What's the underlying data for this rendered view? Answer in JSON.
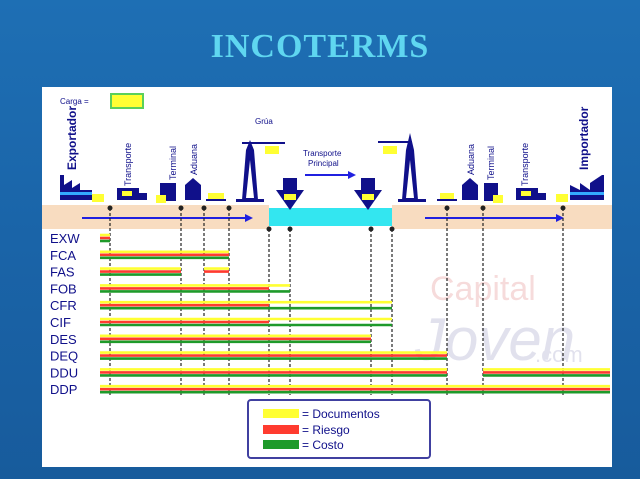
{
  "title": "INCOTERMS",
  "carga_label": "Carga =",
  "stages": {
    "exportador": "Exportador",
    "transporte_1": "Transporte",
    "terminal_1": "Terminal",
    "aduana_1": "Aduana",
    "grua": "Grúa",
    "transporte_principal_1": "Transporte",
    "transporte_principal_2": "Principal",
    "aduana_2": "Aduana",
    "terminal_2": "Terminal",
    "transporte_2": "Transporte",
    "importador": "Importador"
  },
  "colors": {
    "documentos": "#ffff33",
    "riesgo": "#ff3b2f",
    "costo": "#1e9a2a",
    "sea": "#33e6f0",
    "land": "#f8dcc0",
    "icons": "#10108a"
  },
  "terms": [
    {
      "name": "EXW",
      "documentos": [
        [
          0,
          1
        ]
      ],
      "riesgo": [
        [
          0,
          1
        ]
      ],
      "costo": [
        [
          0,
          1
        ]
      ]
    },
    {
      "name": "FCA",
      "documentos": [
        [
          0,
          4
        ]
      ],
      "riesgo": [
        [
          0,
          4
        ]
      ],
      "costo": [
        [
          0,
          4
        ]
      ]
    },
    {
      "name": "FAS",
      "documentos": [
        [
          0,
          2
        ],
        [
          3,
          4
        ]
      ],
      "riesgo": [
        [
          0,
          2
        ],
        [
          3,
          4
        ]
      ],
      "costo": [
        [
          0,
          2
        ]
      ]
    },
    {
      "name": "FOB",
      "documentos": [
        [
          0,
          6
        ]
      ],
      "riesgo": [
        [
          0,
          5
        ]
      ],
      "costo": [
        [
          0,
          6
        ]
      ]
    },
    {
      "name": "CFR",
      "documentos": [
        [
          0,
          8
        ]
      ],
      "riesgo": [
        [
          0,
          5
        ]
      ],
      "costo": [
        [
          0,
          8
        ]
      ]
    },
    {
      "name": "CIF",
      "documentos": [
        [
          0,
          8
        ]
      ],
      "riesgo": [
        [
          0,
          5
        ]
      ],
      "costo": [
        [
          0,
          8
        ]
      ]
    },
    {
      "name": "DES",
      "documentos": [
        [
          0,
          7
        ]
      ],
      "riesgo": [
        [
          0,
          7
        ]
      ],
      "costo": [
        [
          0,
          7
        ]
      ]
    },
    {
      "name": "DEQ",
      "documentos": [
        [
          0,
          9
        ]
      ],
      "riesgo": [
        [
          0,
          9
        ]
      ],
      "costo": [
        [
          0,
          9
        ]
      ]
    },
    {
      "name": "DDU",
      "documentos": [
        [
          0,
          9
        ],
        [
          10,
          12
        ]
      ],
      "riesgo": [
        [
          0,
          9
        ],
        [
          10,
          12
        ]
      ],
      "costo": [
        [
          0,
          9
        ],
        [
          10,
          12
        ]
      ]
    },
    {
      "name": "DDP",
      "documentos": [
        [
          0,
          12
        ]
      ],
      "riesgo": [
        [
          0,
          12
        ]
      ],
      "costo": [
        [
          0,
          12
        ]
      ]
    }
  ],
  "legend": {
    "documentos": "= Documentos",
    "riesgo": "= Riesgo",
    "costo": "= Costo"
  },
  "watermark": {
    "line1": "Capital",
    "line2": "Joven",
    "line3": ".com"
  }
}
